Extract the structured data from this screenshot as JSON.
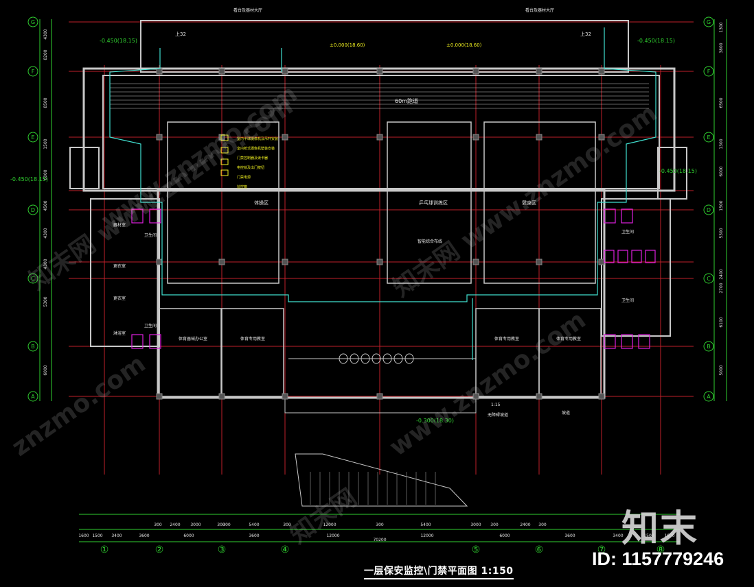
{
  "drawing": {
    "title": "一层保安监控\\门禁平面图 1:150",
    "brand": "知末",
    "id_label": "ID: 1157779246",
    "watermarks": [
      "知末网 www.znzmo.com",
      "www.znzmo.com",
      "知末网 www.znzmo.com",
      "znzmo.com",
      "知末网",
      "www.znzmo.com"
    ]
  },
  "colors": {
    "background": "#000000",
    "axis_line": "#c0202a",
    "wall": "#c8c8c8",
    "cable": "#40e0d0",
    "dimension": "#30d030",
    "text_yellow": "#f0f020",
    "text_white": "#e8e8e8",
    "device_magenta": "#e020e0"
  },
  "grid_bubbles": {
    "bottom": [
      "①",
      "②",
      "③",
      "④",
      "⑤",
      "⑥",
      "⑦",
      "⑧"
    ],
    "left": [
      "G",
      "F",
      "E",
      "D",
      "C",
      "B",
      "A"
    ],
    "right": [
      "G",
      "F",
      "E",
      "D",
      "C",
      "B",
      "A"
    ]
  },
  "dimensions": {
    "bottom_row1": [
      "300",
      "2400",
      "3000",
      "300",
      "300",
      "5400",
      "300",
      "12000",
      "300",
      "5400",
      "3000",
      "300",
      "2400",
      "300"
    ],
    "bottom_row2": [
      "1600",
      "1500",
      "3400",
      "3600",
      "6000",
      "3600",
      "12000",
      "12000",
      "6000",
      "3600",
      "3400",
      "1500",
      "1600"
    ],
    "bottom_total": "70200",
    "left": [
      "4300",
      "8200",
      "8500",
      "1500",
      "6000",
      "4500",
      "4300",
      "4300",
      "5300",
      "6000"
    ],
    "right": [
      "1300",
      "3800",
      "6500",
      "1300",
      "6000",
      "1500",
      "5300",
      "2400",
      "2700",
      "6100",
      "5000"
    ]
  },
  "labels": {
    "track": "60m跑道",
    "hall_left": "体操区",
    "hall_mid": "乒乓球训练区",
    "hall_right": "健身区",
    "elev_top_left": "-0.450(18.15)",
    "elev_top_right": "-0.450(18.15)",
    "elev_mid_left": "-0.450(18.15)",
    "elev_mid_right": "-0.450(18.15)",
    "elev_center_1": "±0.000(18.60)",
    "elev_center_2": "±0.000(18.60)",
    "elev_bottom": "-0.300(18.30)",
    "top_left_room": "看台及器材大厅",
    "top_right_room": "看台及器材大厅",
    "left_rooms": [
      "器材室",
      "卫生间",
      "更衣室",
      "更衣室",
      "卫生间",
      "淋浴室"
    ],
    "right_rooms": [
      "卫生间",
      "卫生间"
    ],
    "bottom_rooms": [
      "体育器械办公室",
      "体育专用教室",
      "体育专用教室",
      "体育专用教室"
    ],
    "stair_labels": [
      "上32",
      "上32"
    ],
    "note": "智能综合布线",
    "ramp": "1:15",
    "entrance": "无障碍坡道",
    "pattern_note": "坡道",
    "legend": [
      "室内半球摄像机及吊杆安装",
      "室内枪式摄像机壁装安装",
      "门禁控制器及读卡器",
      "电控锁及出门按钮",
      "门禁电源",
      "监控箱"
    ]
  }
}
